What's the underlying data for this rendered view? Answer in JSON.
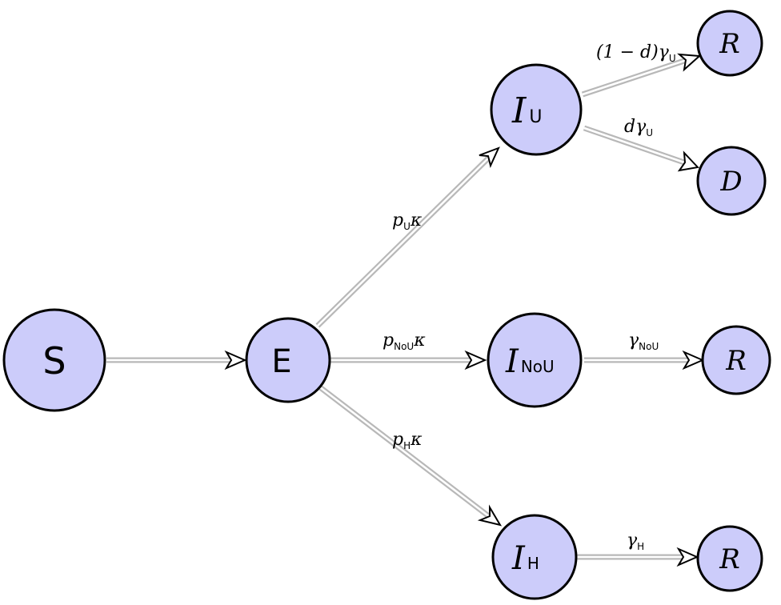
{
  "nodes": {
    "S": {
      "main": "S"
    },
    "E": {
      "main": "E"
    },
    "IU": {
      "main": "I",
      "sub": "U"
    },
    "INoU": {
      "main": "I",
      "sub": "NoU"
    },
    "IH": {
      "main": "I",
      "sub": "H"
    },
    "R1": {
      "main": "R"
    },
    "D": {
      "main": "D"
    },
    "R2": {
      "main": "R"
    },
    "R3": {
      "main": "R"
    }
  },
  "edges": {
    "E_IU": {
      "pre": "p",
      "sub": "U",
      "post": "κ"
    },
    "E_INoU": {
      "pre": "p",
      "sub": "NoU",
      "post": "κ"
    },
    "E_IH": {
      "pre": "p",
      "sub": "H",
      "post": "κ"
    },
    "IU_R": {
      "pre": "(1 − d)γ",
      "sub": "U",
      "post": ""
    },
    "IU_D": {
      "pre": "dγ",
      "sub": "U",
      "post": ""
    },
    "INoU_R": {
      "pre": "γ",
      "sub": "NoU",
      "post": ""
    },
    "IH_R": {
      "pre": "γ",
      "sub": "H",
      "post": ""
    }
  },
  "colors": {
    "node_fill": "#ccccfa",
    "node_stroke": "#000000",
    "rail": "#b8b8b8"
  }
}
